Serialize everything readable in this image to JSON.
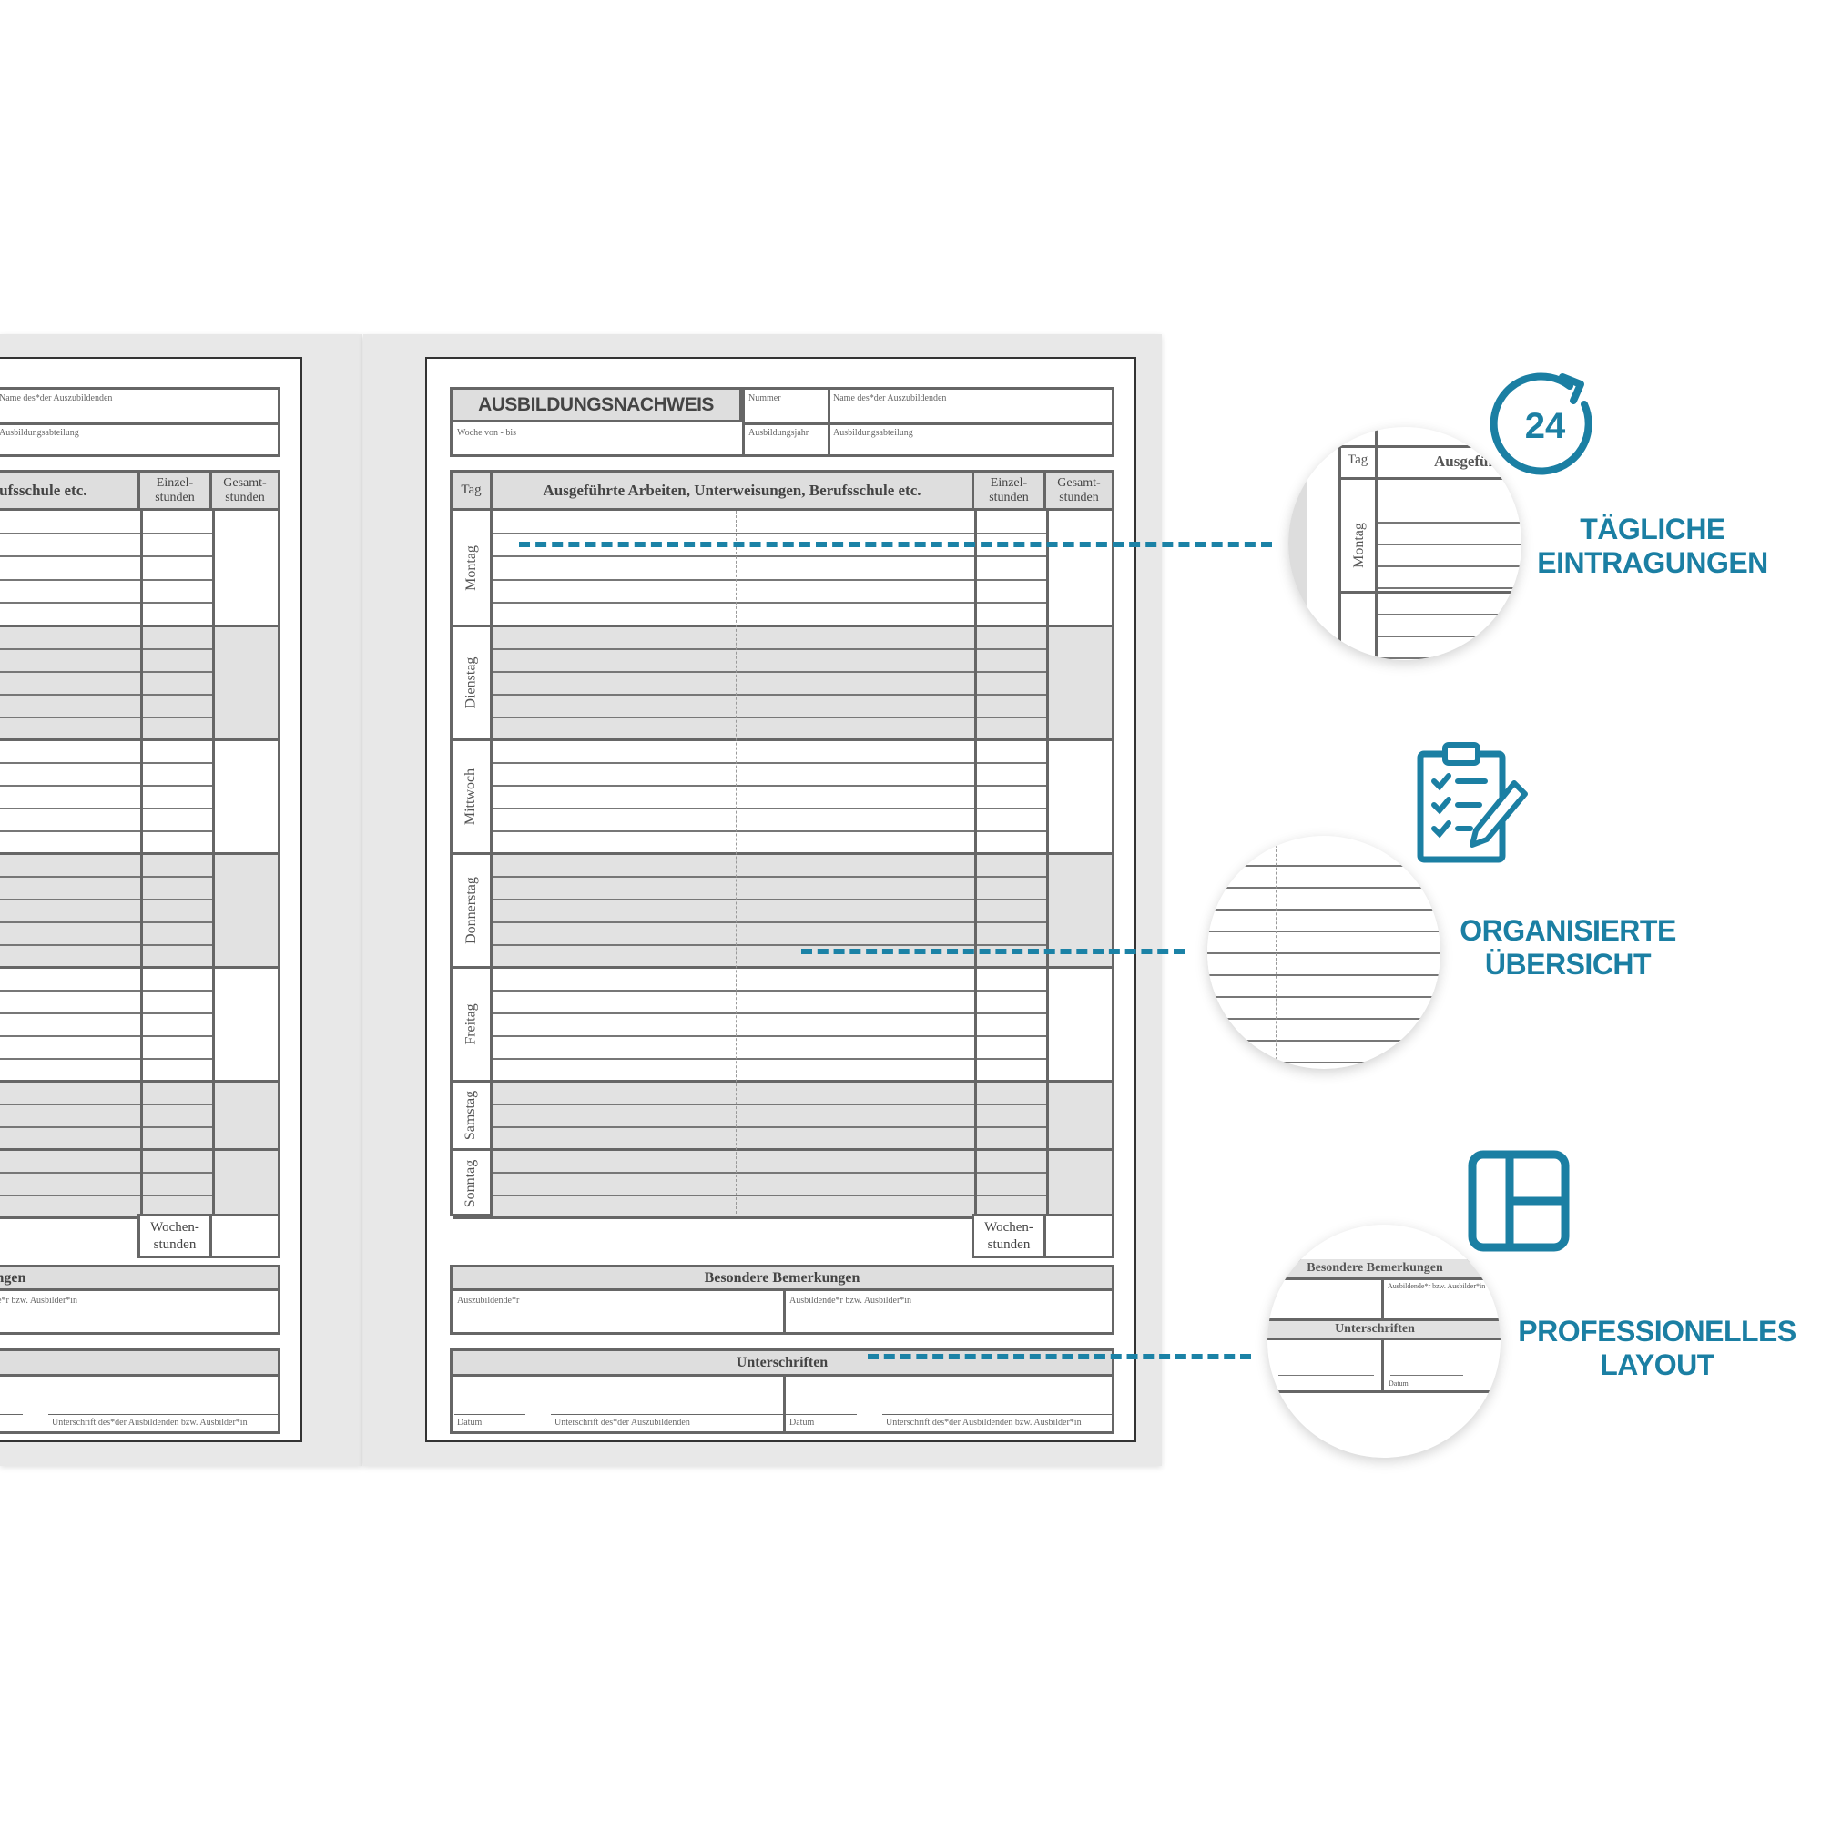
{
  "form": {
    "title": "AUSBILDUNGSNACHWEIS",
    "nummer": "Nummer",
    "name": "Name des*der Auszubildenden",
    "woche": "Woche von - bis",
    "jahr": "Ausbildungsjahr",
    "abteilung": "Ausbildungsabteilung",
    "col_tag": "Tag",
    "col_work": "Ausgeführte Arbeiten, Unterweisungen, Berufsschule etc.",
    "col_einzel": "Einzel-\nstunden",
    "col_gesamt": "Gesamt-\nstunden",
    "days": [
      "Montag",
      "Dienstag",
      "Mittwoch",
      "Donnerstag",
      "Freitag",
      "Samstag",
      "Sonntag"
    ],
    "wochenstunden": "Wochen-\nstunden",
    "bemerkungen": "Besondere Bemerkungen",
    "azubi": "Auszubildende*r",
    "ausbilder": "Ausbildende*r bzw. Ausbilder*in",
    "unterschriften": "Unterschriften",
    "datum": "Datum",
    "sig_azubi": "Unterschrift des*der Auszubildenden",
    "sig_ausbilder": "Unterschrift des*der Ausbildenden bzw. Ausbilder*in"
  },
  "features": [
    {
      "label": "TÄGLICHE\nEINTRAGUNGEN",
      "icon": "24-hour-refresh-icon",
      "icon_text": "24"
    },
    {
      "label": "ORGANISIERTE\nÜBERSICHT",
      "icon": "clipboard-checklist-icon"
    },
    {
      "label": "PROFESSIONELLES\nLAYOUT",
      "icon": "layout-grid-icon"
    }
  ],
  "colors": {
    "accent": "#1b7fa3",
    "folder": "#e8e8e8",
    "shade": "#e2e2e2"
  }
}
